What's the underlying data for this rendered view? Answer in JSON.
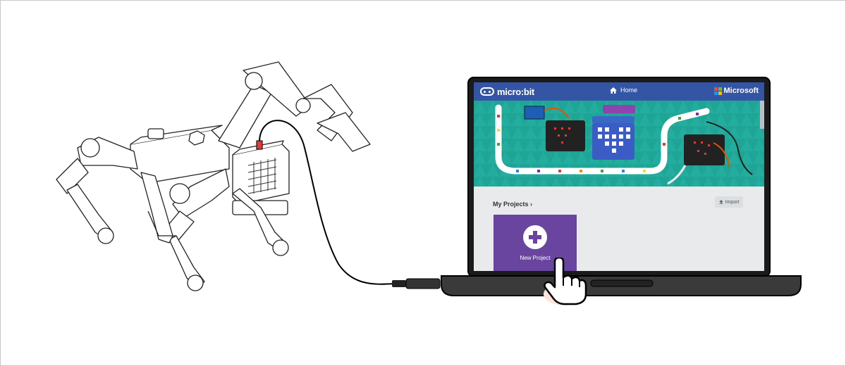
{
  "screen": {
    "brand": "micro:bit",
    "home_label": "Home",
    "vendor": "Microsoft",
    "projects_label": "My Projects",
    "projects_chevron": "›",
    "import_label": "Import",
    "new_project_label": "New Project"
  },
  "colors": {
    "topbar": "#3454a6",
    "banner": "#1fa596",
    "new_project": "#6a45a0",
    "cable": "#000000"
  },
  "icons": [
    "home-icon",
    "microsoft-logo-icon",
    "upload-icon",
    "plus-icon",
    "hand-pointer-icon"
  ]
}
